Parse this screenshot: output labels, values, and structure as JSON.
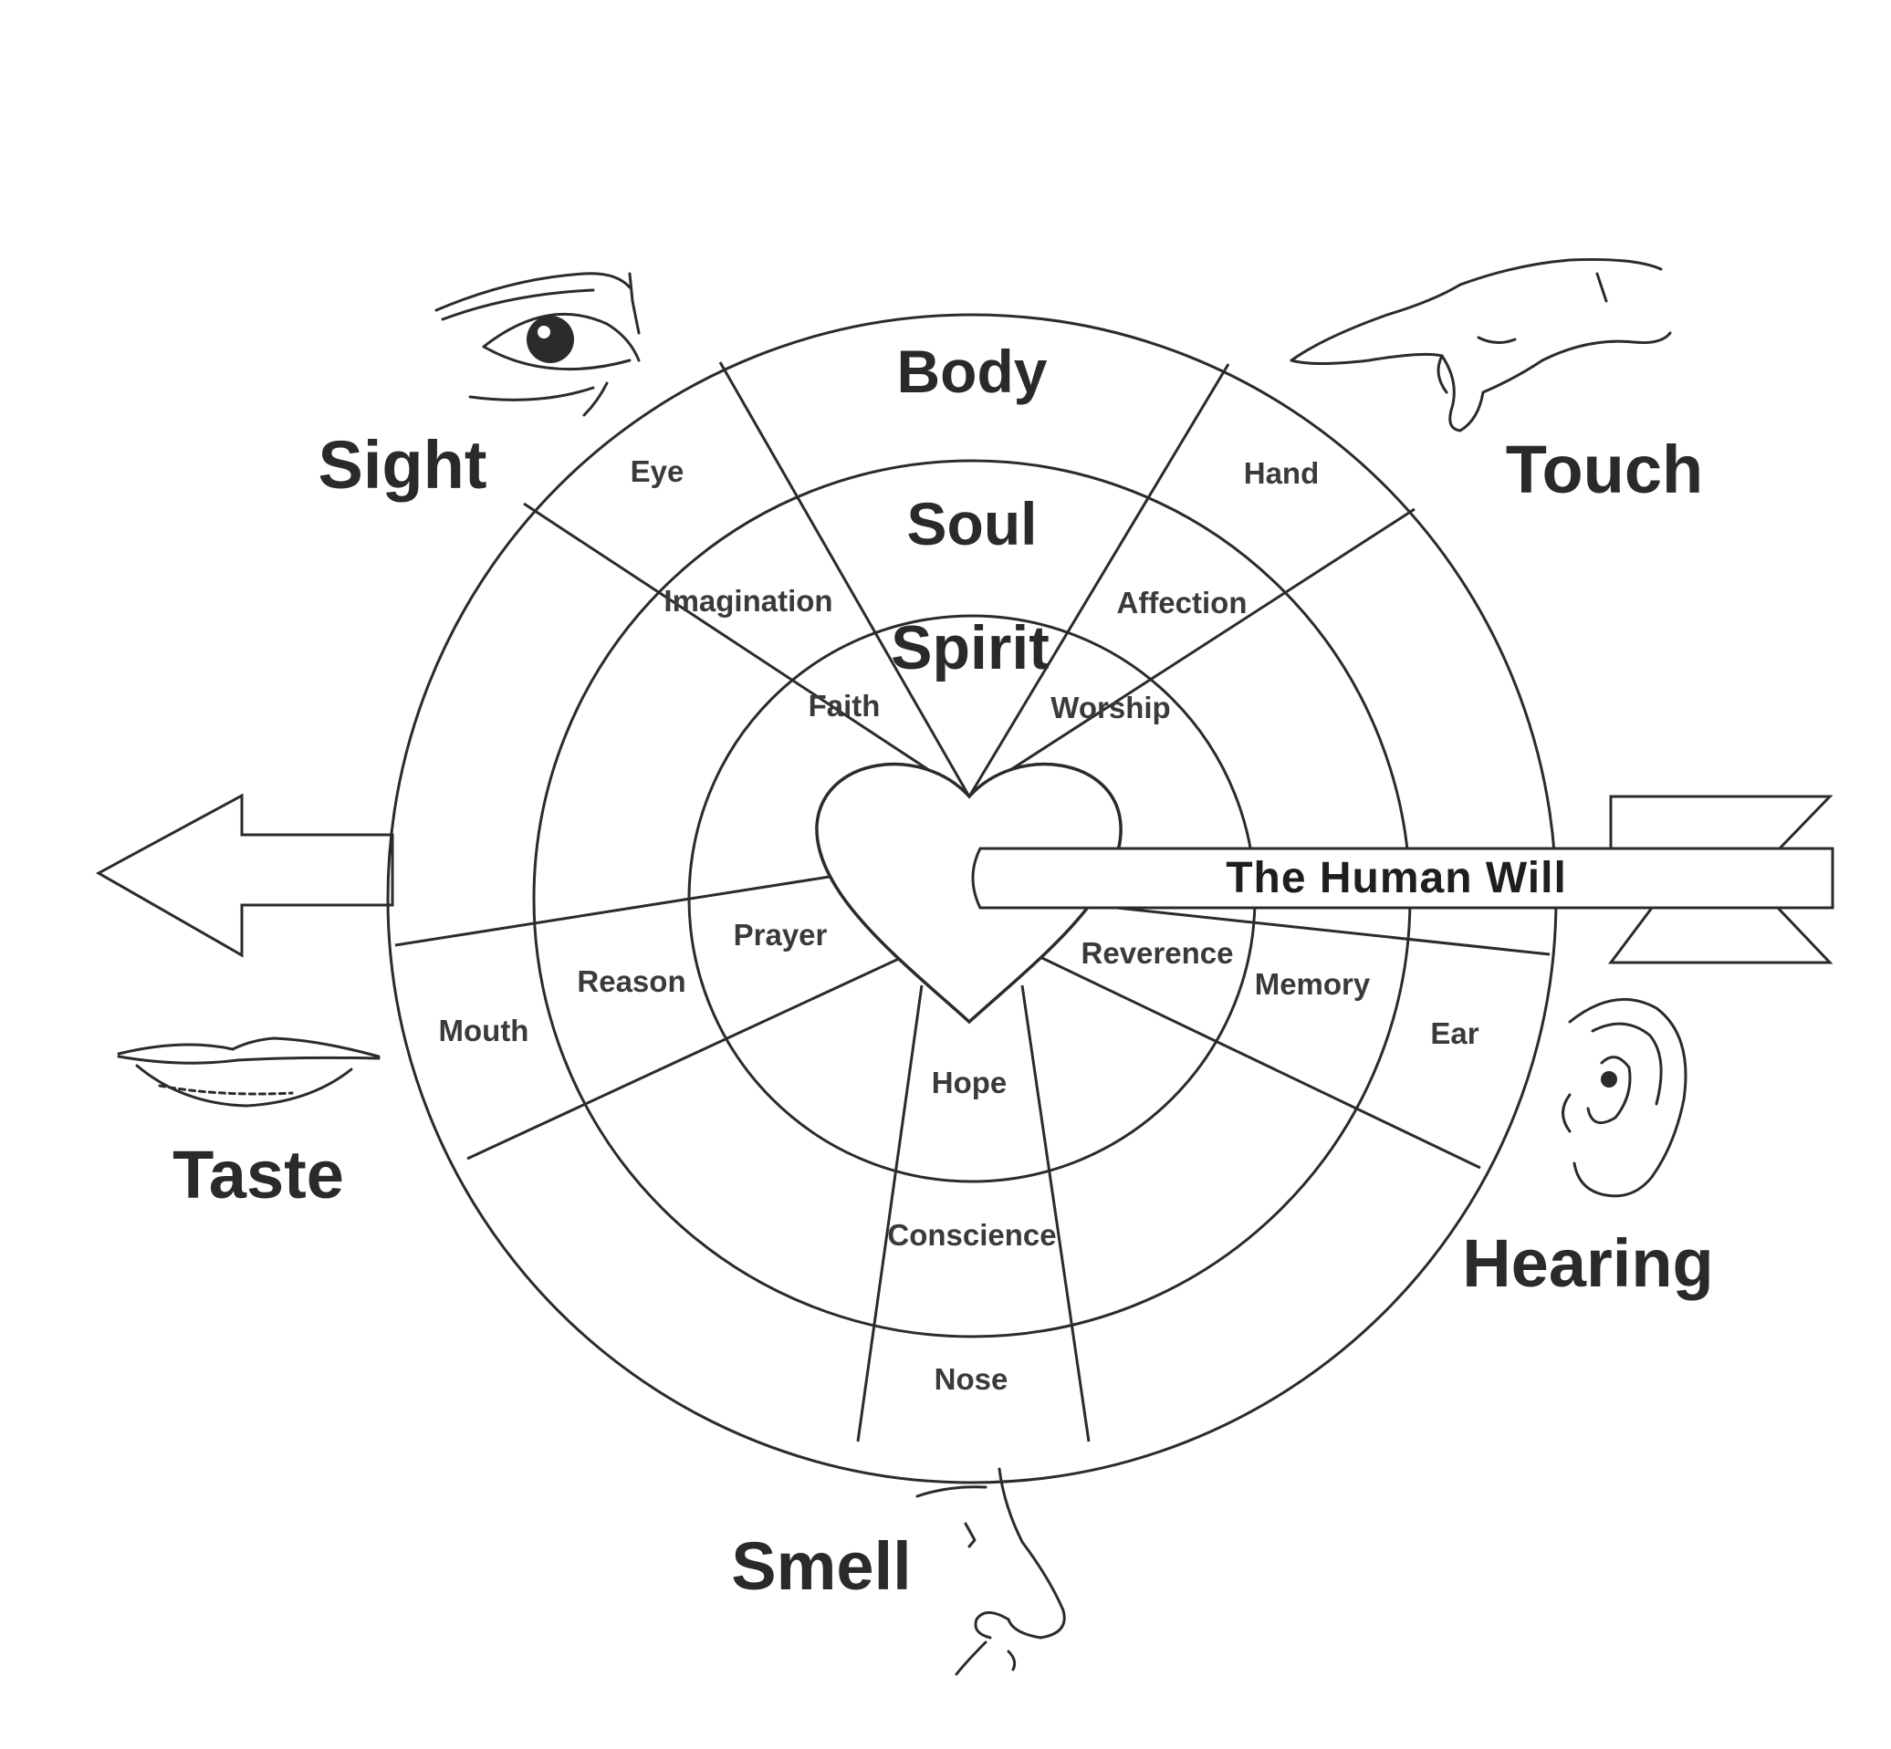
{
  "rings": {
    "body": "Body",
    "soul": "Soul",
    "spirit": "Spirit"
  },
  "segments": {
    "eye": "Eye",
    "hand": "Hand",
    "mouth": "Mouth",
    "ear": "Ear",
    "nose": "Nose",
    "imagination": "Imagination",
    "affection": "Affection",
    "reason": "Reason",
    "memory": "Memory",
    "conscience": "Conscience",
    "faith": "Faith",
    "worship": "Worship",
    "prayer": "Prayer",
    "reverence": "Reverence",
    "hope": "Hope"
  },
  "senses": {
    "sight": "Sight",
    "touch": "Touch",
    "taste": "Taste",
    "hearing": "Hearing",
    "smell": "Smell"
  },
  "will_label": "The Human Will",
  "icons": [
    "eye-icon",
    "pointing-hand-icon",
    "lips-icon",
    "ear-icon",
    "nose-icon",
    "left-arrow-icon",
    "heart-icon"
  ]
}
